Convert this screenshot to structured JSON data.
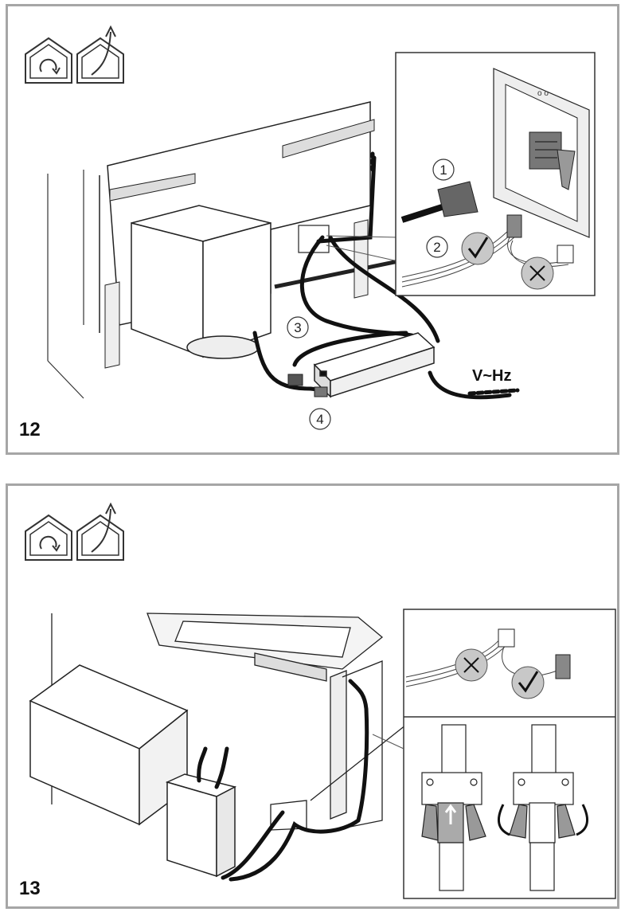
{
  "steps": [
    {
      "number": "12",
      "icons": [
        "recirculation-mode-icon",
        "ducted-mode-icon"
      ],
      "callouts": [
        "1",
        "2",
        "3",
        "4"
      ],
      "voltage_label": "V~Hz",
      "marks": {
        "correct": "check-mark-icon",
        "wrong": "cross-mark-icon"
      }
    },
    {
      "number": "13",
      "icons": [
        "recirculation-mode-icon",
        "ducted-mode-icon"
      ],
      "marks": {
        "correct": "check-mark-icon",
        "wrong": "cross-mark-icon"
      }
    }
  ]
}
